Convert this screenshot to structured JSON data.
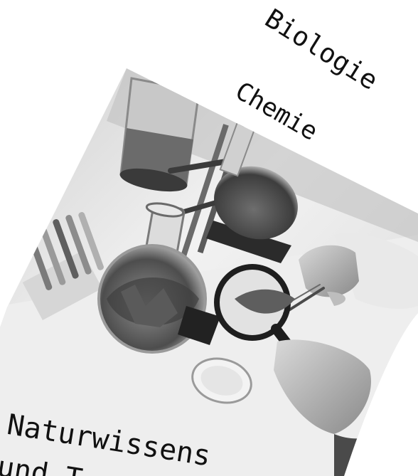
{
  "cover": {
    "subject_1": "Biologie",
    "subject_2": "Chemie",
    "title_line_1": "Naturwissens",
    "title_line_2": "und T"
  },
  "photo": {
    "description_icon": "lab-photo-image",
    "palette": {
      "paper": "#ffffff",
      "light": "#e6e6e6",
      "mid": "#9a9a9a",
      "dark": "#2a2a2a"
    }
  }
}
